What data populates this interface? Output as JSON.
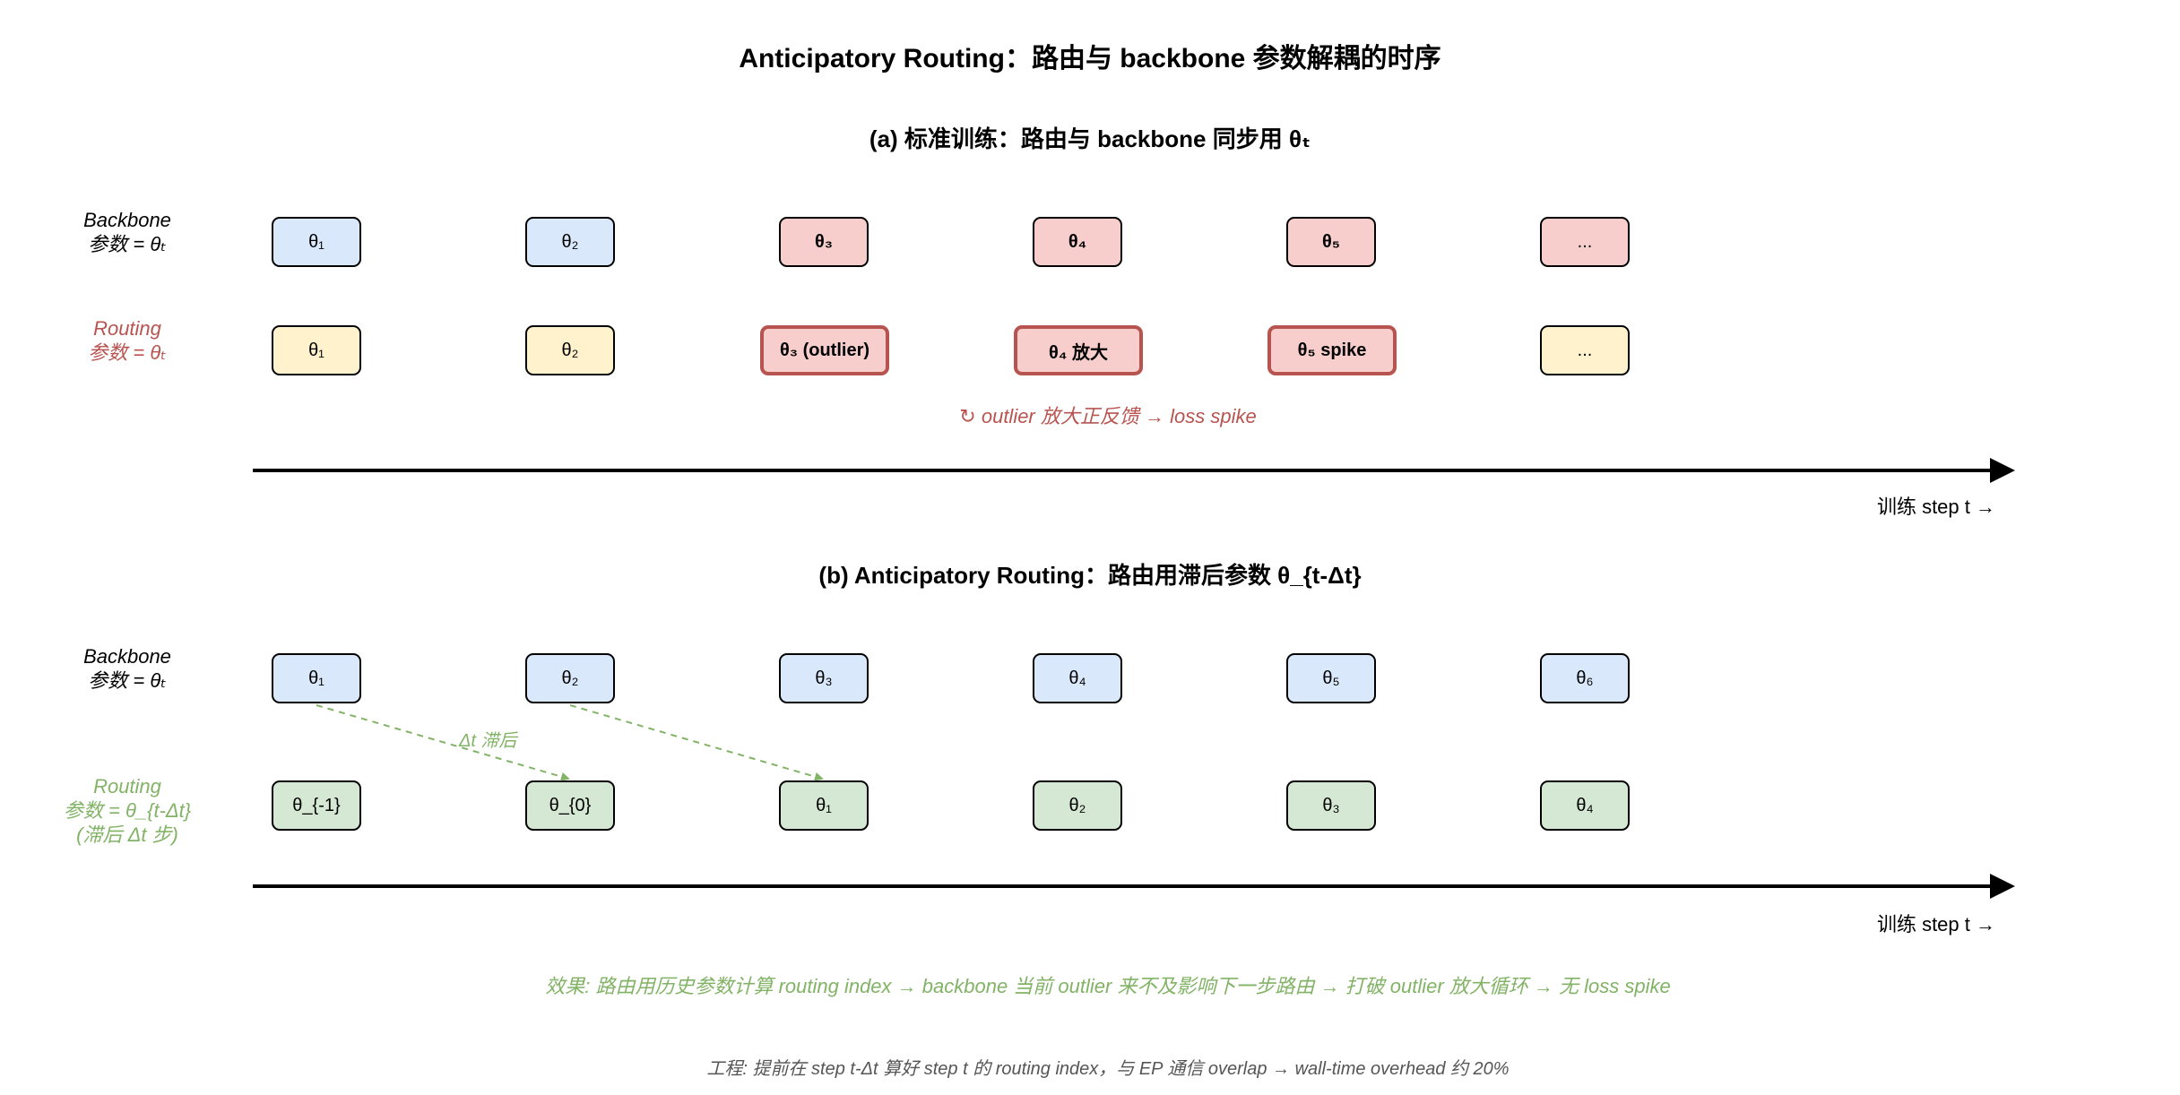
{
  "title": "Anticipatory Routing：路由与 backbone 参数解耦的时序",
  "section_a": {
    "title": "(a) 标准训练：路由与 backbone 同步用 θₜ",
    "backbone_label": [
      "Backbone",
      "参数 = θₜ"
    ],
    "routing_label": [
      "Routing",
      "参数 = θₜ"
    ],
    "backbone_boxes": [
      "θ₁",
      "θ₂",
      "θ₃",
      "θ₄",
      "θ₅",
      "..."
    ],
    "routing_boxes": [
      "θ₁",
      "θ₂",
      "θ₃ (outlier)",
      "θ₄ 放大",
      "θ₅ spike",
      "..."
    ],
    "feedback_note": "↻ outlier 放大正反馈 → loss spike",
    "axis_label": "训练 step t →"
  },
  "section_b": {
    "title": "(b) Anticipatory Routing：路由用滞后参数 θ_{t-Δt}",
    "backbone_label": [
      "Backbone",
      "参数 = θₜ"
    ],
    "routing_label": [
      "Routing",
      "参数 = θ_{t-Δt}",
      "(滞后 Δt 步)"
    ],
    "backbone_boxes": [
      "θ₁",
      "θ₂",
      "θ₃",
      "θ₄",
      "θ₅",
      "θ₆"
    ],
    "routing_boxes": [
      "θ_{-1}",
      "θ_{0}",
      "θ₁",
      "θ₂",
      "θ₃",
      "θ₄"
    ],
    "lag_label": "Δt 滞后",
    "axis_label": "训练 step t →"
  },
  "effect_note": "效果: 路由用历史参数计算 routing index → backbone 当前 outlier 来不及影响下一步路由 → 打破 outlier 放大循环 → 无 loss spike",
  "engineering_note": "工程: 提前在 step t-Δt 算好 step t 的 routing index，与 EP 通信 overlap → wall-time overhead 约 20%",
  "colors": {
    "backbone_fill": "#dae8fc",
    "routing_sync_fill": "#fff2cc",
    "outlier_fill": "#f8cecc",
    "outlier_stroke": "#b85450",
    "routing_lag_fill": "#d5e8d4",
    "lag_accent": "#82b366"
  }
}
